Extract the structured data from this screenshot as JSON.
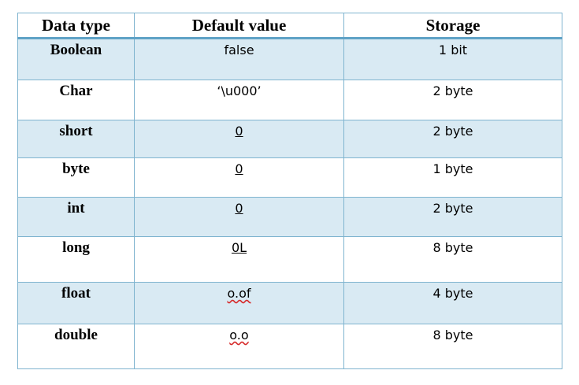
{
  "table": {
    "headers": [
      "Data type",
      "Default value",
      "Storage"
    ],
    "rows": [
      {
        "type": "Boolean",
        "default": "false",
        "storage": "1 bit"
      },
      {
        "type": "Char",
        "default": "‘\\u000’",
        "storage": "2 byte"
      },
      {
        "type": "short",
        "default": "0",
        "storage": "2 byte"
      },
      {
        "type": "byte",
        "default": "0",
        "storage": "1 byte"
      },
      {
        "type": "int",
        "default": "0",
        "storage": "2 byte"
      },
      {
        "type": "long",
        "default": "0L",
        "storage": "8 byte"
      },
      {
        "type": "float",
        "default": "o.of",
        "storage": "4 byte"
      },
      {
        "type": "double",
        "default": "o.o",
        "storage": "8 byte"
      }
    ]
  },
  "colors": {
    "border": "#7fb4cf",
    "header_rule": "#5fa2c6",
    "shaded_row": "#d9eaf3",
    "spellcheck_underline": "#d62a2a"
  }
}
